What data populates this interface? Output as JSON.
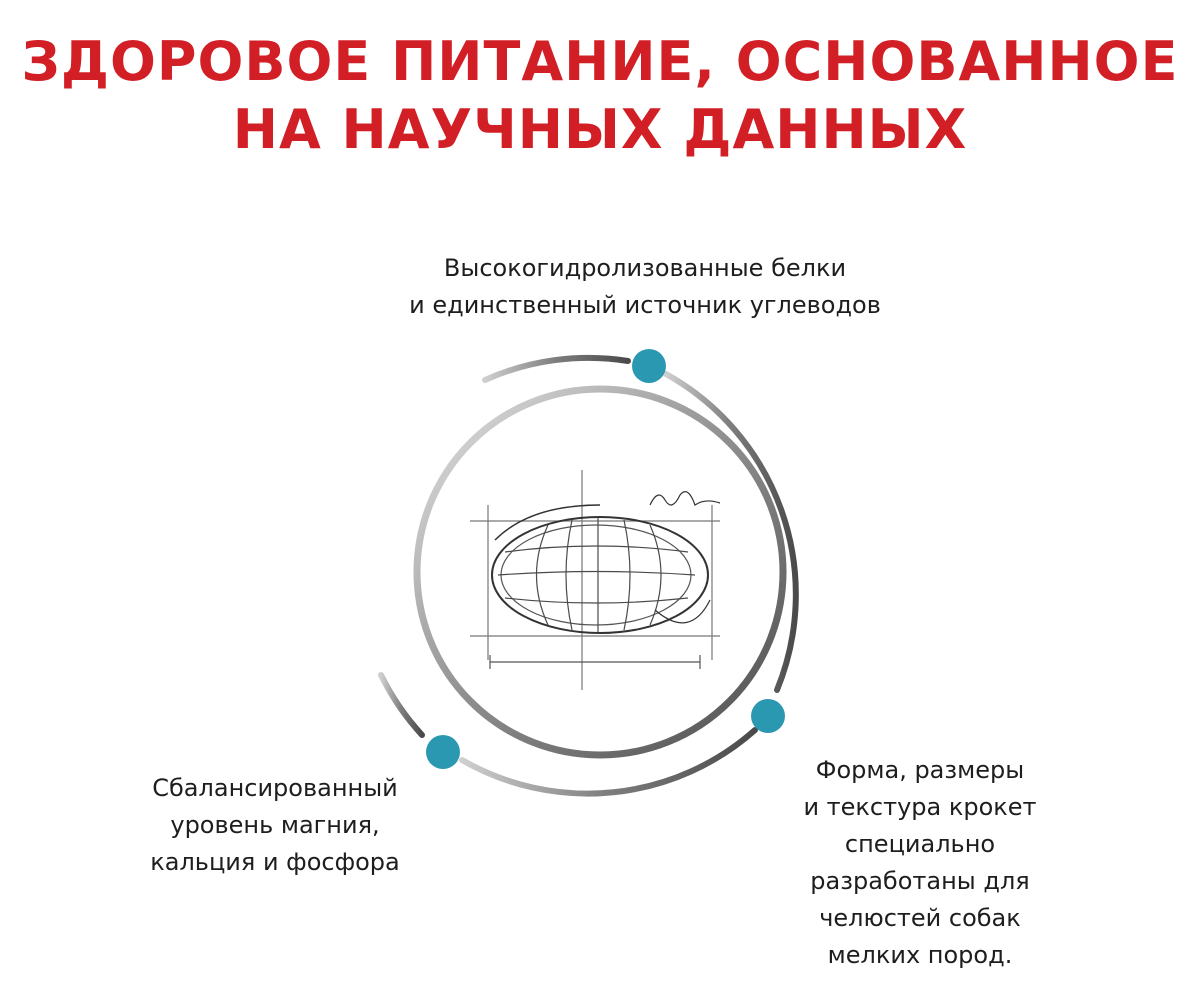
{
  "title": {
    "line1": "ЗДОРОВОЕ ПИТАНИЕ, ОСНОВАННОЕ",
    "line2": "НА НАУЧНЫХ ДАННЫХ",
    "color": "#d21f26"
  },
  "benefits": {
    "top": {
      "line1": "Высокогидролизованные белки",
      "line2": "и единственный источник углеводов"
    },
    "left": {
      "line1": "Сбалансированный",
      "line2": "уровень магния,",
      "line3": "кальция и фосфора"
    },
    "right": {
      "line1": "Форма, размеры",
      "line2": "и текстура крокет",
      "line3": "специально",
      "line4": "разработаны для",
      "line5": "челюстей собак",
      "line6": "мелких пород."
    }
  },
  "colors": {
    "accent_dot": "#2b98b2",
    "ring": "#9a9a9a"
  },
  "icons": {
    "center": "kibble-sketch-icon"
  }
}
